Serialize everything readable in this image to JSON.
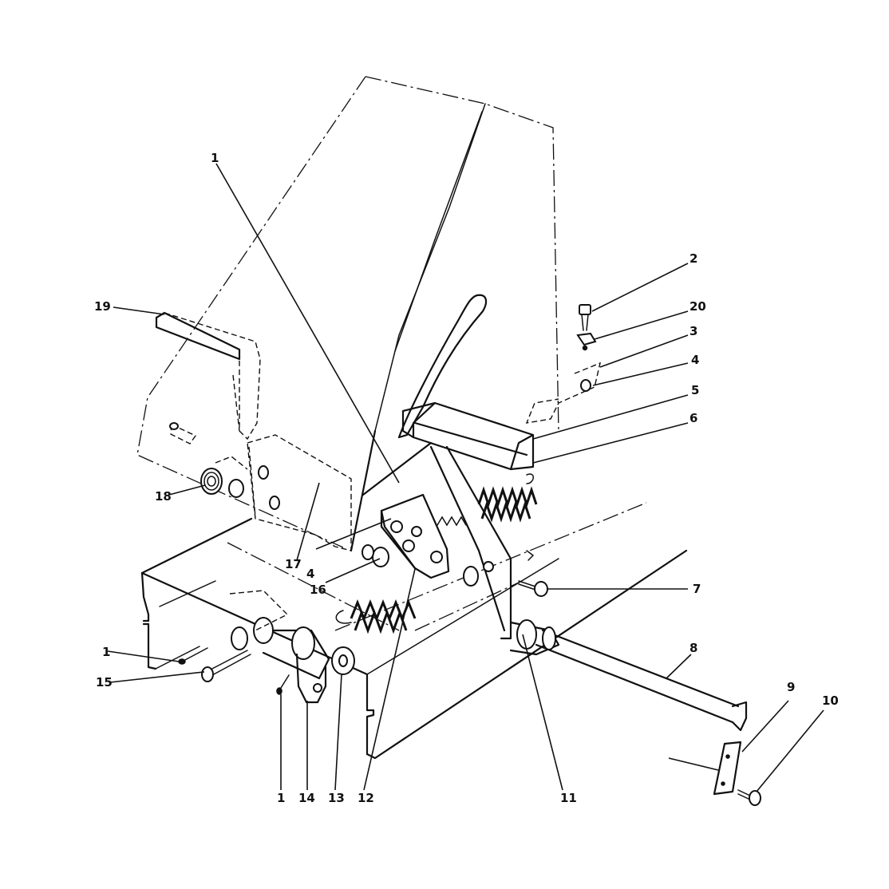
{
  "callouts": {
    "c1_top": "1",
    "c2": "2",
    "c20": "20",
    "c3": "3",
    "c4_right": "4",
    "c5": "5",
    "c6": "6",
    "c7": "7",
    "c8": "8",
    "c9": "9",
    "c10": "10",
    "c11": "11",
    "c12": "12",
    "c13": "13",
    "c14": "14",
    "c1_bottom": "1",
    "c15": "15",
    "c1_left": "1",
    "c16": "16",
    "c4_mid": "4",
    "c17": "17",
    "c18": "18",
    "c19": "19"
  }
}
